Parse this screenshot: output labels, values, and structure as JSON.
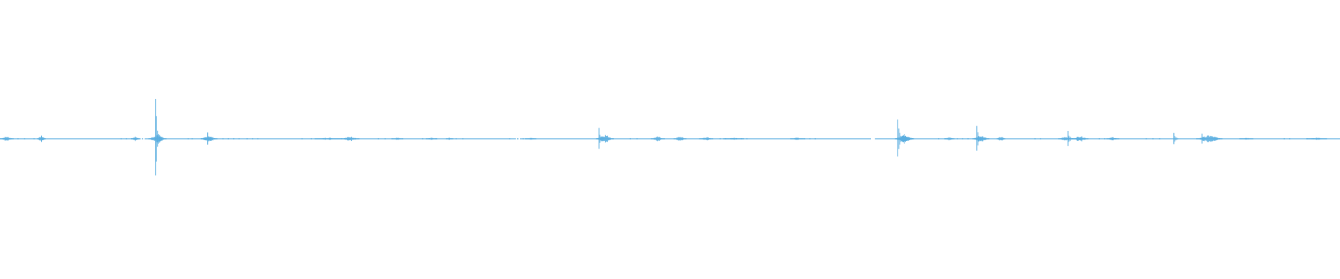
{
  "waveform": {
    "stroke_color": "#5aaee0",
    "background_color": "#ffffff",
    "amplitude_scale": [
      -1,
      1
    ],
    "duration_fraction": [
      0,
      1
    ],
    "baseline_segments": [
      [
        0.0,
        0.105
      ],
      [
        0.108,
        0.385
      ],
      [
        0.388,
        0.65
      ],
      [
        0.653,
        1.0
      ]
    ],
    "dots": [
      0.003,
      0.013,
      0.018,
      0.025,
      0.09,
      0.094,
      0.098,
      0.102,
      0.106,
      0.14,
      0.143,
      0.15,
      0.154,
      0.158,
      0.166,
      0.17,
      0.174,
      0.178,
      0.184,
      0.188,
      0.192,
      0.225,
      0.232,
      0.282,
      0.287,
      0.292,
      0.296,
      0.3,
      0.315,
      0.32,
      0.325,
      0.335,
      0.34,
      0.345,
      0.38,
      0.386,
      0.39,
      0.47,
      0.475,
      0.537,
      0.541,
      0.545,
      0.549,
      0.553,
      0.557,
      0.6,
      0.604,
      0.608,
      0.7,
      0.705,
      0.71,
      0.714,
      0.718,
      0.722,
      0.772,
      0.776,
      0.8,
      0.805,
      0.82,
      0.824,
      0.828,
      0.832,
      0.855,
      0.86,
      0.865,
      0.958,
      0.962,
      0.975,
      0.98
    ],
    "transients": [
      {
        "t": 0.116,
        "amp": 0.62
      },
      {
        "t": 0.155,
        "amp": 0.1
      },
      {
        "t": 0.447,
        "amp": 0.17
      },
      {
        "t": 0.67,
        "amp": 0.3
      },
      {
        "t": 0.729,
        "amp": 0.2
      },
      {
        "t": 0.797,
        "amp": 0.12
      },
      {
        "t": 0.876,
        "amp": 0.09
      },
      {
        "t": 0.897,
        "amp": 0.08
      }
    ],
    "bursts": [
      {
        "start": 0.0,
        "end": 0.01,
        "amp": 0.04
      },
      {
        "start": 0.028,
        "end": 0.034,
        "amp": 0.05
      },
      {
        "start": 0.098,
        "end": 0.104,
        "amp": 0.04
      },
      {
        "start": 0.111,
        "end": 0.124,
        "amp": 0.07
      },
      {
        "start": 0.15,
        "end": 0.162,
        "amp": 0.05
      },
      {
        "start": 0.235,
        "end": 0.255,
        "amp": 0.02
      },
      {
        "start": 0.255,
        "end": 0.268,
        "amp": 0.04
      },
      {
        "start": 0.293,
        "end": 0.3,
        "amp": 0.02
      },
      {
        "start": 0.318,
        "end": 0.326,
        "amp": 0.02
      },
      {
        "start": 0.333,
        "end": 0.338,
        "amp": 0.02
      },
      {
        "start": 0.392,
        "end": 0.4,
        "amp": 0.02
      },
      {
        "start": 0.445,
        "end": 0.458,
        "amp": 0.07
      },
      {
        "start": 0.486,
        "end": 0.496,
        "amp": 0.04
      },
      {
        "start": 0.503,
        "end": 0.512,
        "amp": 0.04
      },
      {
        "start": 0.522,
        "end": 0.532,
        "amp": 0.03
      },
      {
        "start": 0.54,
        "end": 0.555,
        "amp": 0.02
      },
      {
        "start": 0.59,
        "end": 0.6,
        "amp": 0.02
      },
      {
        "start": 0.668,
        "end": 0.682,
        "amp": 0.08
      },
      {
        "start": 0.705,
        "end": 0.712,
        "amp": 0.03
      },
      {
        "start": 0.726,
        "end": 0.738,
        "amp": 0.06
      },
      {
        "start": 0.744,
        "end": 0.75,
        "amp": 0.04
      },
      {
        "start": 0.79,
        "end": 0.8,
        "amp": 0.04
      },
      {
        "start": 0.8,
        "end": 0.812,
        "amp": 0.05
      },
      {
        "start": 0.826,
        "end": 0.835,
        "amp": 0.03
      },
      {
        "start": 0.893,
        "end": 0.912,
        "amp": 0.06
      },
      {
        "start": 0.925,
        "end": 0.935,
        "amp": 0.02
      },
      {
        "start": 0.975,
        "end": 0.99,
        "amp": 0.02
      }
    ]
  }
}
